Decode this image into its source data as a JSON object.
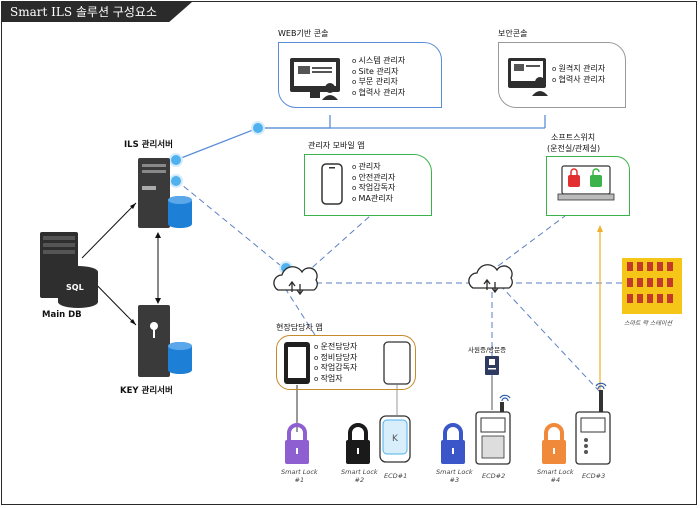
{
  "title": "Smart ILS 솔루션  구성요소",
  "web_console": {
    "label": "WEB기반 콘솔",
    "items": [
      "시스템 관리자",
      "Site 관리자",
      "부문 관리자",
      "협력사 관리자"
    ]
  },
  "security_console": {
    "label": "보안콘솔",
    "items": [
      "원격지 관리자",
      "협력사 관리자"
    ]
  },
  "mobile_app": {
    "label": "관리자 모바일 앱",
    "items": [
      "관리자",
      "안전관리자",
      "작업감독자",
      "MA관리자"
    ]
  },
  "software_switch": {
    "label": "소프트스위치",
    "sublabel": "(운전실/관제실)"
  },
  "field_app": {
    "label": "현장담당자 앱",
    "items": [
      "운전담당자",
      "정비담당자",
      "작업감독자",
      "작업자"
    ]
  },
  "servers": {
    "ils": "ILS 관리서버",
    "key": "KEY 관리서버",
    "main_db": "Main DB",
    "sql": "SQL"
  },
  "id_card": "사원증/방문증",
  "smart_rack": "스마트 락 스테이션",
  "devices": {
    "lock1": [
      "Smart Lock",
      "#1"
    ],
    "lock2": [
      "Smart Lock",
      "#2"
    ],
    "ecd1": "ECD#1",
    "lock3": [
      "Smart Lock",
      "#3"
    ],
    "ecd2": "ECD#2",
    "lock4": [
      "Smart Lock",
      "#4"
    ],
    "ecd3": "ECD#3"
  },
  "colors": {
    "lock1": "#8d5fd0",
    "lock2": "#1a1a1a",
    "lock3": "#3a56c8",
    "lock4": "#f08a3a",
    "web_border": "#5b8ed6",
    "mobile_border": "#3bb34a",
    "field_border": "#c58a2a",
    "switch_border": "#3bb34a",
    "db_blue": "#1e7fd6",
    "node_blue": "#4fb2ee",
    "orange_line": "#f0b02a",
    "rack_yellow": "#f5c518"
  }
}
